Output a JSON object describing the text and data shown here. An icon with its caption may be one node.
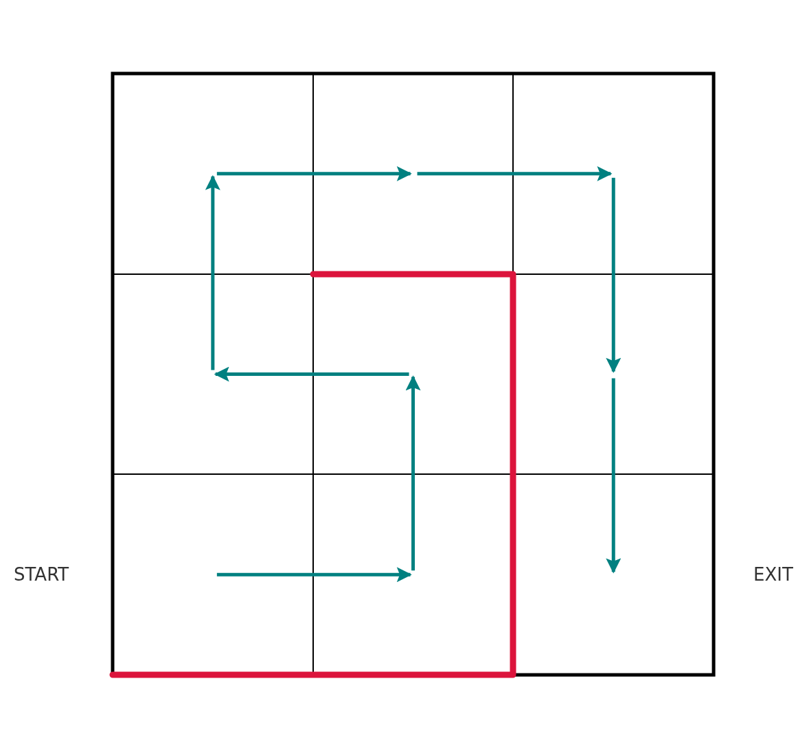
{
  "diagram": {
    "nodes": [
      {
        "text": [],
        "shape": "box"
      },
      {
        "text": [],
        "shape": "box"
      },
      {
        "text": [],
        "shape": "box"
      },
      {
        "text": [],
        "shape": "box"
      },
      {
        "text": [],
        "shape": "box"
      },
      {
        "text": [],
        "shape": "box"
      },
      {
        "text": [],
        "shape": "box"
      },
      {
        "text": [],
        "shape": "box"
      },
      {
        "text": [],
        "shape": "box"
      }
    ],
    "edges": [
      {
        "from": 6,
        "to": 7,
        "arrow": "to"
      },
      {
        "from": 7,
        "to": 4,
        "arrow": "to"
      },
      {
        "from": 4,
        "to": 3,
        "arrow": "to"
      },
      {
        "from": 3,
        "to": 0,
        "arrow": "to"
      },
      {
        "from": 0,
        "to": 1,
        "arrow": "to"
      },
      {
        "from": 1,
        "to": 2,
        "arrow": "to"
      },
      {
        "from": 2,
        "to": 5,
        "arrow": "to"
      },
      {
        "from": 5,
        "to": 8,
        "arrow": "to"
      }
    ],
    "labels": [
      "START",
      "EXIT"
    ]
  }
}
